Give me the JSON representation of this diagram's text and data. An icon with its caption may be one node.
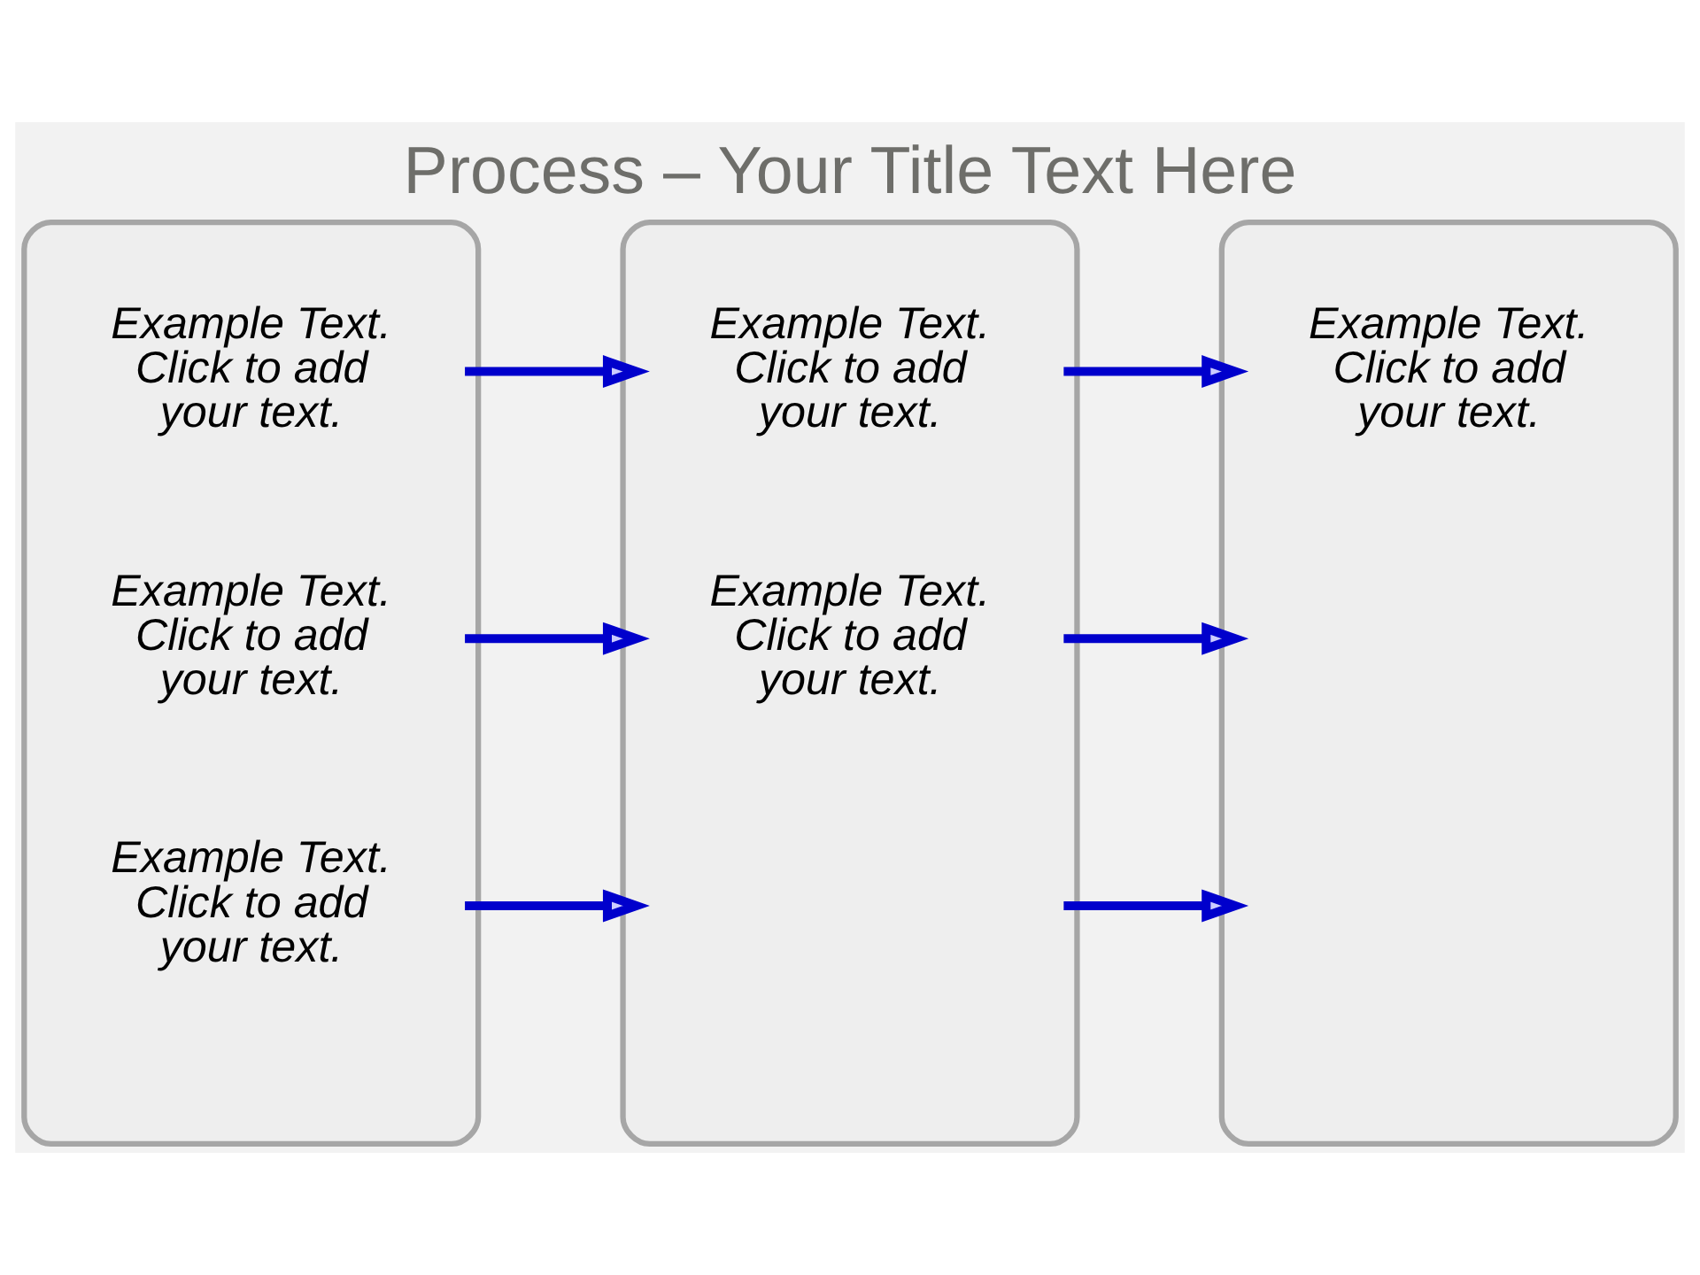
{
  "diagram": {
    "title": "Process – Your Title Text Here",
    "nodes": [
      {
        "text": [
          "Example Text. Click to add your text.",
          "Example Text. Click to add your text.",
          "Example Text. Click to add your text."
        ]
      },
      {
        "text": [
          "Example Text. Click to add your text.",
          "Example Text. Click to add your text."
        ]
      },
      {
        "text": [
          "Example Text. Click to add your text."
        ]
      }
    ],
    "edges": [
      {
        "from": 0,
        "to": 1,
        "arrow": "to"
      },
      {
        "from": 0,
        "to": 1,
        "arrow": "to"
      },
      {
        "from": 0,
        "to": 1,
        "arrow": "to"
      },
      {
        "from": 1,
        "to": 2,
        "arrow": "to"
      },
      {
        "from": 1,
        "to": 2,
        "arrow": "to"
      },
      {
        "from": 1,
        "to": 2,
        "arrow": "to"
      }
    ]
  }
}
